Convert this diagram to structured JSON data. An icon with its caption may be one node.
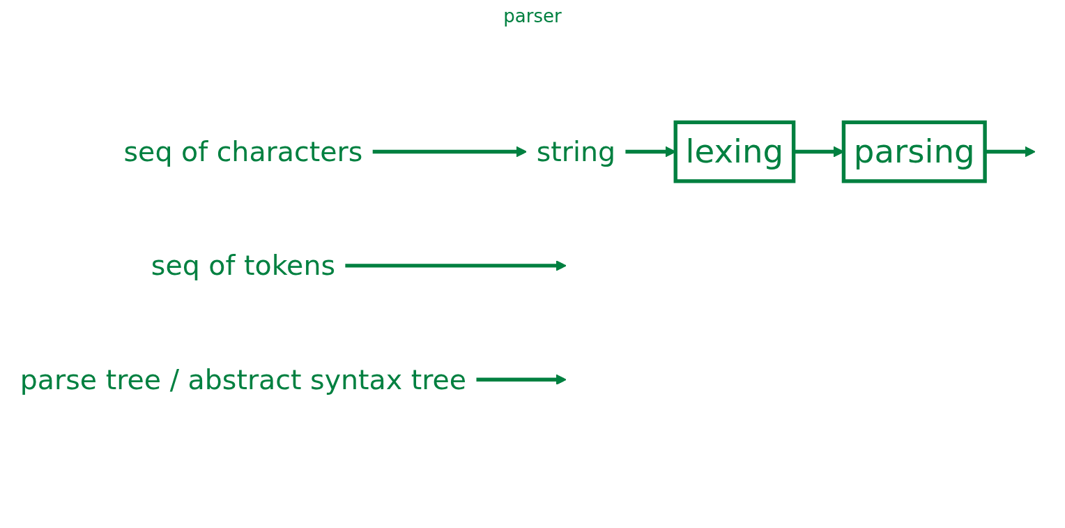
{
  "diagram": {
    "nodes": [
      {
        "text": [
          "string"
        ]
      },
      {
        "text": [
          "lexing"
        ]
      },
      {
        "text": [
          "parsing"
        ]
      },
      {
        "text": [
          "seq of characters"
        ]
      },
      {
        "text": [
          "seq of tokens"
        ]
      },
      {
        "text": [
          "parse tree / abstract syntax tree"
        ]
      }
    ],
    "edges": [
      {
        "from": 0,
        "to": 1,
        "arrow": "to"
      },
      {
        "from": 1,
        "to": 2,
        "arrow": "to"
      },
      {
        "from": 2,
        "to": null,
        "arrow": "to"
      },
      {
        "from": 3,
        "to": 0,
        "arrow": "to"
      },
      {
        "from": 4,
        "to": null,
        "arrow": "to"
      },
      {
        "from": 5,
        "to": null,
        "arrow": "to"
      }
    ],
    "labels": [
      "parser"
    ]
  }
}
